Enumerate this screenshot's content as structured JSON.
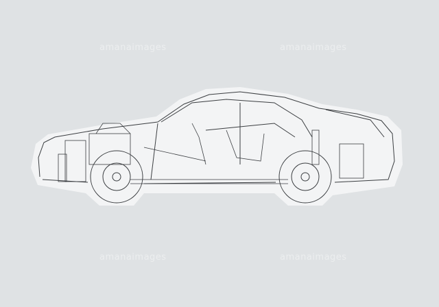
{
  "watermarks": [
    "amanaimages",
    "amanaimages",
    "amanaimages",
    "amanaimages"
  ],
  "colors": {
    "background": "#dfe2e4",
    "line": "#3a3d40",
    "halo": "#f4f5f6"
  }
}
